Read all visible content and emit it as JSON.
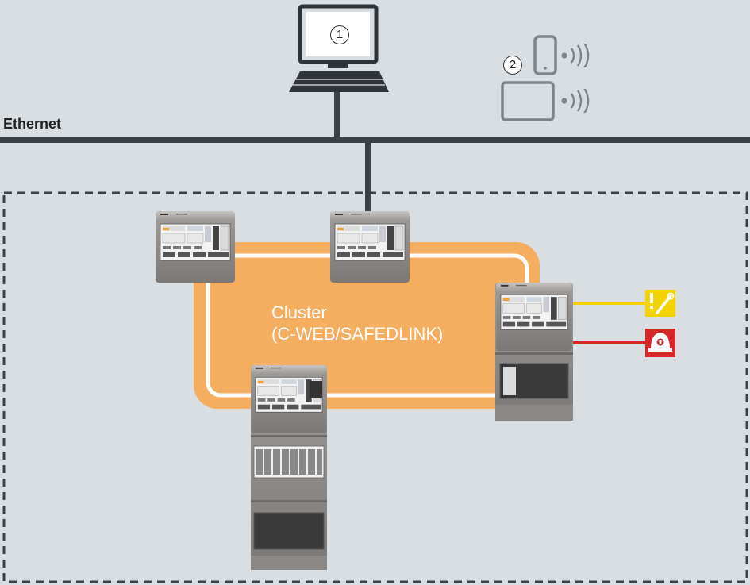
{
  "network": {
    "label": "Ethernet"
  },
  "cluster": {
    "line1": "Cluster",
    "line2": "(C-WEB/SAFEDLINK)"
  },
  "callouts": {
    "computer": "1",
    "mobile": "2"
  },
  "colors": {
    "background": "#d9dee3",
    "ethernet_line": "#3c4146",
    "cluster_fill": "#f5ad60",
    "yellow_line": "#f3d300",
    "red_line": "#d7262a",
    "panel_body": "#8a8684"
  },
  "icons": {
    "computer": "workstation-icon",
    "phone": "smartphone-icon",
    "tablet": "tablet-icon",
    "wireless": "wireless-signal-icon",
    "maintenance": "maintenance-warning-icon",
    "fire_brigade": "fire-brigade-helmet-icon"
  }
}
